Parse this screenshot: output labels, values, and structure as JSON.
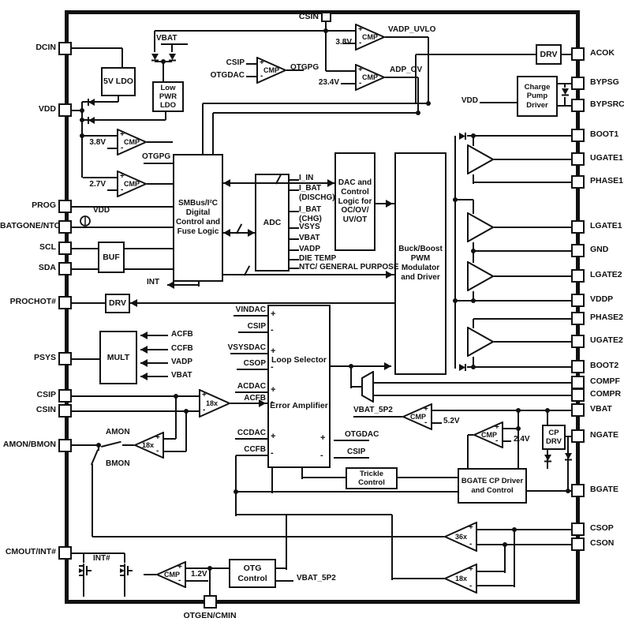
{
  "pins": {
    "left": [
      "DCIN",
      "VDD",
      "PROG",
      "BATGONE/NTC",
      "SCL",
      "SDA",
      "PROCHOT#",
      "PSYS",
      "CSIP",
      "CSIN",
      "AMON/BMON",
      "CMOUT/INT#"
    ],
    "right": [
      "ACOK",
      "BYPSG",
      "BYPSRC",
      "BOOT1",
      "UGATE1",
      "PHASE1",
      "LGATE1",
      "GND",
      "LGATE2",
      "VDDP",
      "PHASE2",
      "UGATE2",
      "BOOT2",
      "COMPF",
      "COMPR",
      "VBAT",
      "NGATE",
      "BGATE",
      "CSOP",
      "CSON"
    ],
    "bottom": "OTGEN/CMIN",
    "top_internal": "CSIN"
  },
  "blocks": {
    "ldo5": "5V LDO",
    "lowpwr": "Low PWR LDO",
    "buf": "BUF",
    "smbus": "SMBus/I²C Digital Control and Fuse Logic",
    "adc": "ADC",
    "dac": "DAC and Control Logic for OC/OV/ UV/OT",
    "buck": "Buck/Boost PWM Modulator and Driver",
    "cpump": "Charge Pump Driver",
    "drv_acok": "DRV",
    "drv_prochot": "DRV",
    "mult": "MULT",
    "loopsel": "Loop Selector",
    "erramp": "Error Amplifier",
    "trickle": "Trickle Control",
    "bgatecp": "BGATE CP Driver and Control",
    "cpdrv": "CP DRV",
    "otg": "OTG Control"
  },
  "amps": {
    "cmp": "CMP",
    "g18": "18x",
    "g36": "36x"
  },
  "refs": {
    "v38_adp": "3.8V",
    "v234": "23.4V",
    "v38_vdd": "3.8V",
    "v27": "2.7V",
    "v52": "5.2V",
    "v24": "2.4V",
    "v12": "1.2V"
  },
  "signs": {
    "plus": "+",
    "minus": "-"
  },
  "labels": {
    "vbat_top": "VBAT",
    "vadp_uvlo": "VADP_UVLO",
    "adp_ov": "ADP_OV",
    "csip_otg": "CSIP",
    "otgdac_otg": "OTGDAC",
    "otgpg_out": "OTGPG",
    "otgpg_in": "OTGPG",
    "vdd_cp": "VDD",
    "vdd_src": "VDD",
    "int_out": "INT",
    "adc_outs": [
      "I_IN",
      "I_BAT",
      "(DISCHG)",
      "I_BAT",
      "(CHG)",
      "VSYS",
      "VBAT",
      "VADP",
      "DIE TEMP",
      "NTC/ GENERAL PURPOSE"
    ],
    "mult_ins": [
      "ACFB",
      "CCFB",
      "VADP",
      "VBAT"
    ],
    "ea_left": [
      "VINDAC",
      "CSIP",
      "VSYSDAC",
      "CSOP",
      "ACDAC",
      "ACFB",
      "CCDAC",
      "CCFB"
    ],
    "ea_right": [
      "OTGDAC",
      "CSIP"
    ],
    "vbat5p2_cmp": "VBAT_5P2",
    "vbat5p2_otg": "VBAT_5P2",
    "amon": "AMON",
    "bmon": "BMON",
    "int_n": "INT#"
  },
  "colors": {
    "line": "#111111",
    "background": "#ffffff"
  }
}
